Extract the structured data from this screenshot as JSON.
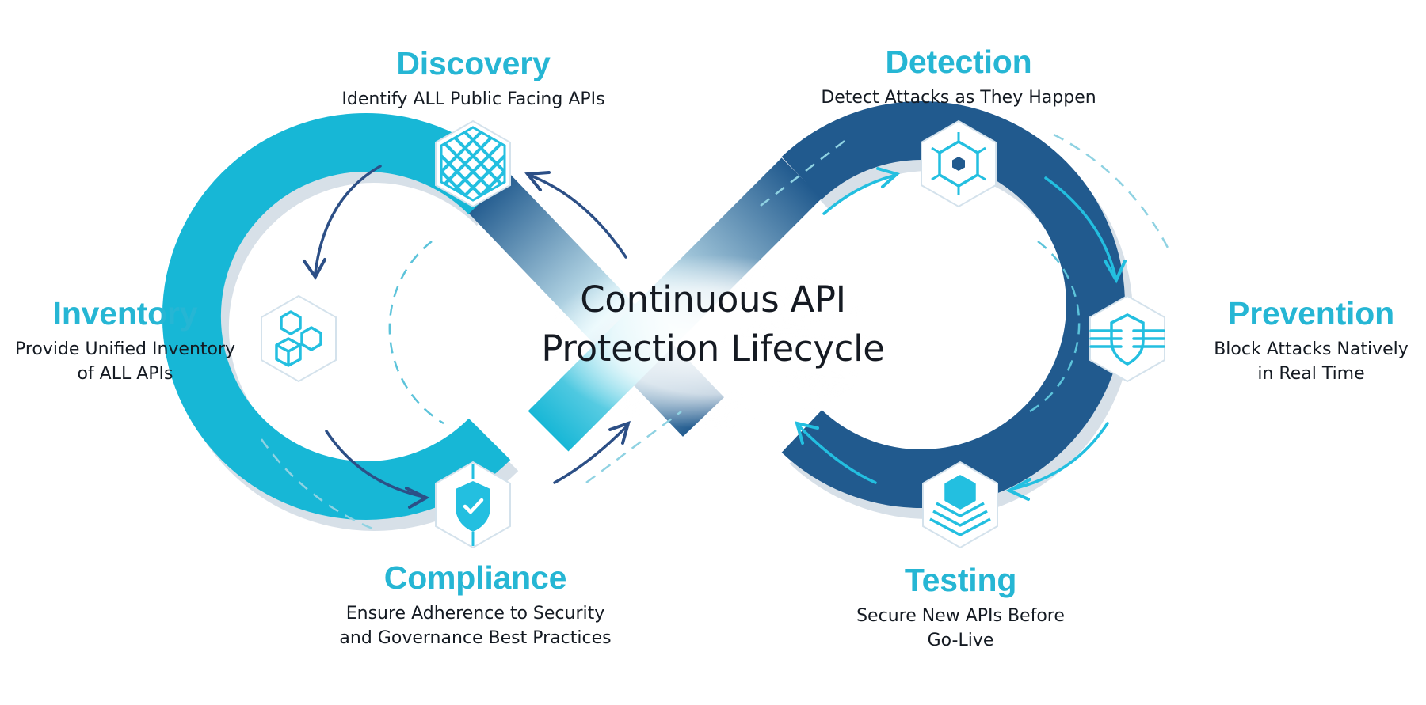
{
  "diagram": {
    "title_line1": "Continuous API",
    "title_line2": "Protection Lifecycle"
  },
  "colors": {
    "cyan": "#17b7d6",
    "navy": "#215a8e",
    "arrow_dark": "#2c4f86",
    "arrow_light": "#23bfe0",
    "label_cyan": "#26b6d4",
    "text": "#141a22"
  },
  "stages": [
    {
      "id": "discovery",
      "title": "Discovery",
      "desc": [
        "Identify ALL Public Facing APIs"
      ],
      "icon": "grid-mesh-icon"
    },
    {
      "id": "detection",
      "title": "Detection",
      "desc": [
        "Detect Attacks as They Happen"
      ],
      "icon": "target-hexagon-icon"
    },
    {
      "id": "inventory",
      "title": "Inventory",
      "desc": [
        "Provide Unified Inventory",
        "of ALL APIs"
      ],
      "icon": "cubes-icon"
    },
    {
      "id": "prevention",
      "title": "Prevention",
      "desc": [
        "Block Attacks Natively",
        "in Real Time"
      ],
      "icon": "shield-lines-icon"
    },
    {
      "id": "compliance",
      "title": "Compliance",
      "desc": [
        "Ensure Adherence to Security",
        "and Governance Best Practices"
      ],
      "icon": "shield-check-icon"
    },
    {
      "id": "testing",
      "title": "Testing",
      "desc": [
        "Secure New APIs Before",
        "Go-Live"
      ],
      "icon": "layered-stack-icon"
    }
  ]
}
